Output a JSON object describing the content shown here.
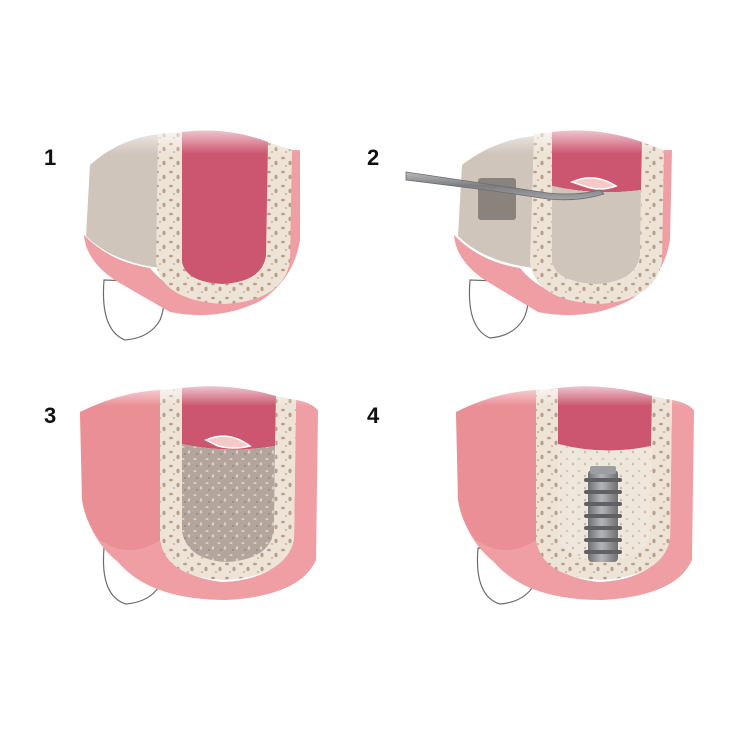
{
  "steps": [
    {
      "number": "1"
    },
    {
      "number": "2"
    },
    {
      "number": "3"
    },
    {
      "number": "4"
    }
  ],
  "colors": {
    "gum": "#ef9ea3",
    "gum_dark": "#e57f87",
    "bone": "#eee3d7",
    "bone_speckle": "#b9a08a",
    "sinus": "#cc5670",
    "sinus_light": "#e9a3b2",
    "membrane": "#f4c9c7",
    "tooth": "#cfc5bb",
    "graft": "#b3a49c",
    "implant": "#8b8d90",
    "instrument": "#8c8e92"
  }
}
